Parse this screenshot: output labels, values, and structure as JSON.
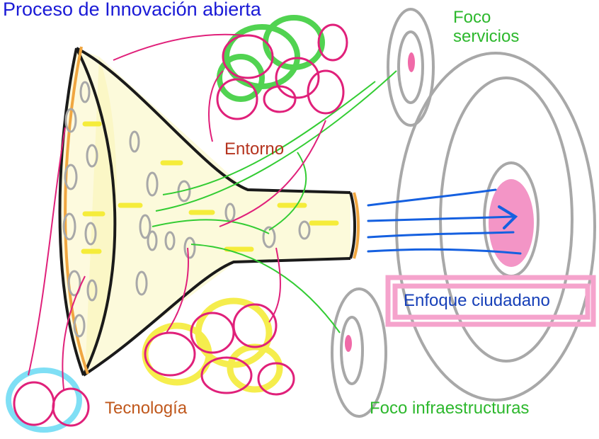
{
  "title": "Proceso de Innovación abierta",
  "labels": {
    "foco_servicios_line1": "Foco",
    "foco_servicios_line2": "servicios",
    "entorno": "Entorno",
    "enfoque_ciudadano": "Enfoque ciudadano",
    "tecnologia": "Tecnología",
    "foco_infraestructuras": "Foco infraestructuras"
  },
  "colors": {
    "title": "#1a1ad6",
    "foco": "#2db82d",
    "entorno": "#b5341f",
    "enfoque": "#1740b8",
    "tecnologia": "#c0581c",
    "magenta": "#e0207a",
    "green": "#33cc33",
    "gray": "#a8a8a8",
    "blue": "#1560e0",
    "yellow": "#f5ec3a",
    "orange": "#f0a640",
    "pink_fill": "#f28ac0",
    "pink_band": "#f5a3cc",
    "cyan": "#7fdff5"
  }
}
